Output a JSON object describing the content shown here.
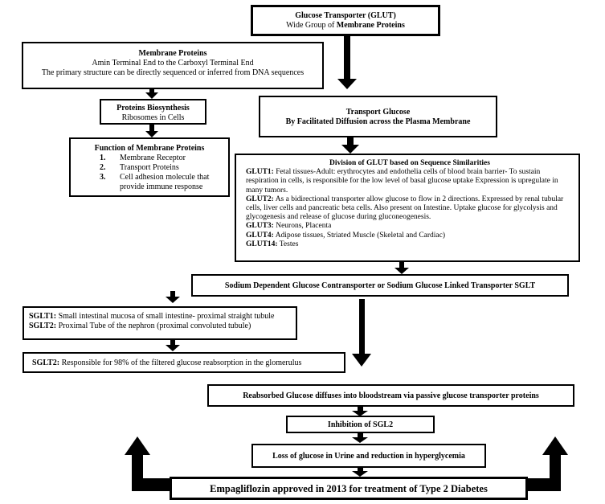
{
  "glut": {
    "title": "Glucose Transporter (GLUT)",
    "subtitle_plain": "Wide Group of ",
    "subtitle_bold": "Membrane Proteins"
  },
  "membrane": {
    "title": "Membrane Proteins",
    "line1": "Amin Terminal End to the Carboxyl Terminal End",
    "line2": "The primary structure can be directly sequenced or inferred from DNA sequences"
  },
  "biosynthesis": {
    "title": "Proteins Biosynthesis",
    "line1": "Ribosomes in Cells"
  },
  "function": {
    "title": "Function of Membrane Proteins",
    "items": [
      {
        "num": "1.",
        "text": "Membrane Receptor"
      },
      {
        "num": "2.",
        "text": "Transport Proteins"
      },
      {
        "num": "3.",
        "text": "Cell adhesion molecule that provide immune response"
      }
    ]
  },
  "transport": {
    "line1": "Transport Glucose",
    "line2": "By Facilitated Diffusion across the Plasma Membrane"
  },
  "division": {
    "title": "Division of GLUT based on Sequence Similarities",
    "entries": [
      {
        "label": "GLUT1:",
        "text": " Fetal tissues-Adult: erythrocytes and endothelia cells of blood brain barrier- To sustain respiration in cells, is responsible for the low level of basal glucose uptake Expression is upregulate in many tumors."
      },
      {
        "label": "GLUT2:",
        "text": " As a bidirectional transporter allow glucose to flow in 2 directions. Expressed by renal tubular cells, liver cells and pancreatic beta cells. Also present on Intestine. Uptake glucose for glycolysis and glycogenesis and release of glucose during gluconeogenesis."
      },
      {
        "label": "GLUT3:",
        "text": " Neurons, Placenta"
      },
      {
        "label": "GLUT4:",
        "text": " Adipose tissues, Striated Muscle (Skeletal and Cardiac)"
      },
      {
        "label": "GLUT14:",
        "text": " Testes"
      }
    ]
  },
  "sglt": {
    "title": "Sodium Dependent Glucose Contransporter or Sodium Glucose Linked Transporter SGLT"
  },
  "sglt_types": [
    {
      "label": "SGLT1:",
      "text": " Small intestinal mucosa of small intestine- proximal straight tubule"
    },
    {
      "label": "SGLT2:",
      "text": " Proximal Tube of the nephron (proximal convoluted tubule)"
    }
  ],
  "sglt2_resp": {
    "label": "SGLT2:",
    "text": " Responsible for 98% of the filtered glucose reabsorption in the glomerulus"
  },
  "reabsorbed": {
    "text": "Reabsorbed Glucose diffuses into bloodstream via passive glucose transporter proteins"
  },
  "inhibition": {
    "text": "Inhibition of SGL2"
  },
  "loss": {
    "text": "Loss of glucose in Urine and reduction in hyperglycemia"
  },
  "empa": {
    "text": "Empagliflozin approved in 2013 for treatment of Type 2 Diabetes"
  }
}
